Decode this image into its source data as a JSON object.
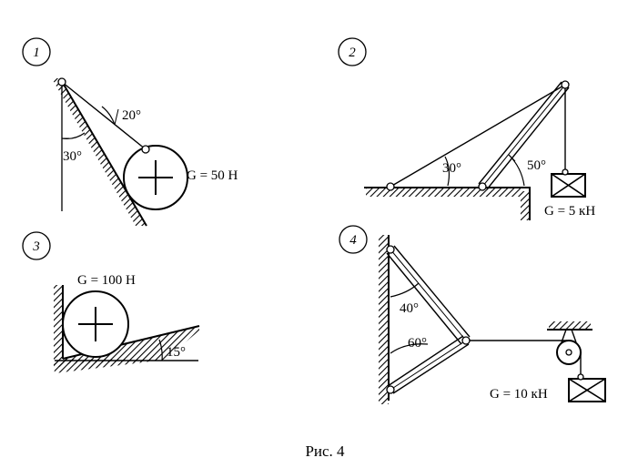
{
  "figure": {
    "caption": "Рис. 4",
    "panels": [
      {
        "number": "1",
        "labels": {
          "weight": "G = 50 Н",
          "angle_a": "20°",
          "angle_b": "30°"
        }
      },
      {
        "number": "2",
        "labels": {
          "weight": "G = 5 кН",
          "angle_a": "30°",
          "angle_b": "50°"
        }
      },
      {
        "number": "3",
        "labels": {
          "weight": "G = 100 Н",
          "angle_a": "15°"
        }
      },
      {
        "number": "4",
        "labels": {
          "weight": "G = 10 кН",
          "angle_a": "40°",
          "angle_b": "60°"
        }
      }
    ]
  }
}
